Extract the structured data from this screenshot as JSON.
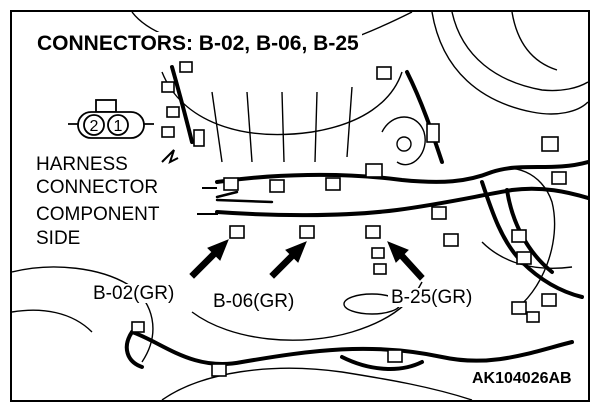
{
  "title": "CONNECTORS: B-02, B-06, B-25",
  "pin_numbers": [
    "2",
    "1"
  ],
  "side_labels": {
    "harness": "HARNESS",
    "connector": "CONNECTOR",
    "component": "COMPONENT",
    "side": "SIDE"
  },
  "callouts": {
    "b02": "B-02(GR)",
    "b06": "B-06(GR)",
    "b25": "B-25(GR)"
  },
  "figure_id": "AK104026AB",
  "colors": {
    "line": "#000000",
    "background": "#ffffff"
  }
}
